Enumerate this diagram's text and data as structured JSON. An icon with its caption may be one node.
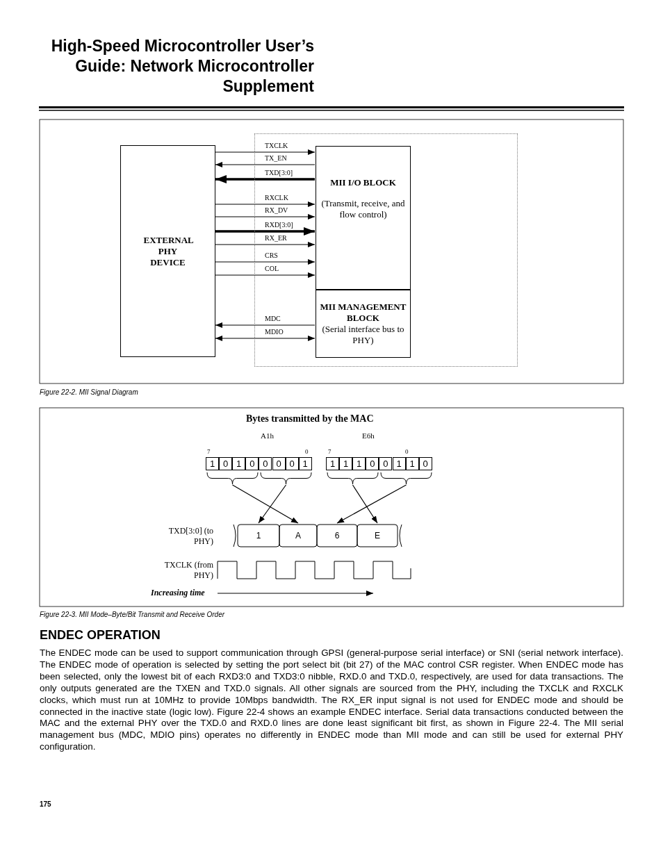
{
  "diagram": {
    "title": "High-Speed Microcontroller User’s Guide: Network Microcontroller Supplement",
    "nodes": [
      {
        "text": [
          "EXTERNAL PHY DEVICE"
        ]
      },
      {
        "text": [],
        "shape": "box"
      },
      {
        "text": [
          "MII I/O BLOCK",
          "(Transmit, receive, and flow control)"
        ],
        "in": 1
      },
      {
        "text": [
          "MII MANAGEMENT BLOCK",
          "(Serial interface bus to PHY)"
        ],
        "in": 1
      },
      {
        "text": [],
        "shape": "brace"
      },
      {
        "text": [],
        "shape": "brace"
      },
      {
        "text": [],
        "shape": "brace"
      },
      {
        "text": [],
        "shape": "brace"
      },
      {
        "text": [
          "1"
        ]
      },
      {
        "text": [
          "A"
        ]
      },
      {
        "text": [
          "6"
        ]
      },
      {
        "text": [
          "E"
        ]
      }
    ],
    "edges": [
      {
        "from": 0,
        "to": 2,
        "arrow": "to",
        "label": "TXCLK"
      },
      {
        "from": 2,
        "to": 0,
        "arrow": "to",
        "label": "TX_EN"
      },
      {
        "from": 2,
        "to": 0,
        "arrow": "to",
        "label": "TXD[3:0]",
        "style": "thick"
      },
      {
        "from": 0,
        "to": 2,
        "arrow": "to",
        "label": "RXCLK"
      },
      {
        "from": 0,
        "to": 2,
        "arrow": "to",
        "label": "RX_DV"
      },
      {
        "from": 0,
        "to": 2,
        "arrow": "to",
        "label": "RXD[3:0]",
        "style": "thick"
      },
      {
        "from": 0,
        "to": 2,
        "arrow": "to",
        "label": "RX_ER"
      },
      {
        "from": 0,
        "to": 2,
        "arrow": "to",
        "label": "CRS"
      },
      {
        "from": 0,
        "to": 2,
        "arrow": "to",
        "label": "COL"
      },
      {
        "from": 3,
        "to": 0,
        "arrow": "to",
        "label": "MDC"
      },
      {
        "from": 0,
        "to": 3,
        "arrow": "both",
        "label": "MDIO"
      },
      {
        "from": 4,
        "to": 9,
        "arrow": "to"
      },
      {
        "from": 5,
        "to": 8,
        "arrow": "to"
      },
      {
        "from": 6,
        "to": 11,
        "arrow": "to"
      },
      {
        "from": 7,
        "to": 10,
        "arrow": "to"
      }
    ],
    "labels": [
      "Figure 22-2. MII Signal Diagram",
      "Bytes transmitted by the MAC",
      "A1h",
      "E6h",
      "7",
      "0",
      "7",
      "0",
      "1",
      "0",
      "1",
      "0",
      "0",
      "0",
      "0",
      "1",
      "1",
      "1",
      "1",
      "0",
      "0",
      "1",
      "1",
      "0",
      "TXD[3:0] (to PHY)",
      "TXCLK (from PHY)",
      "Increasing time",
      "Figure 22-3. MII Mode–Byte/Bit Transmit and Receive Order",
      "ENDEC OPERATION",
      "The ENDEC mode can be used to support communication through GPSI (general-purpose serial interface) or SNI (serial network interface). The ENDEC mode of operation is selected by setting the port select bit (bit 27) of the MAC control CSR register. When ENDEC mode has been selected, only the lowest bit of each RXD3:0 and TXD3:0 nibble, RXD.0 and TXD.0, respectively, are used for data transactions. The only outputs generated are the TXEN and TXD.0 signals. All other signals are sourced from the PHY, including the TXCLK and RXCLK clocks, which must run at 10MHz to provide 10Mbps bandwidth. The RX_ER input signal is not used for ENDEC mode and should be connected in the inactive state (logic low). Figure 22-4 shows an example ENDEC interface. Serial data transactions conducted between the MAC and the external PHY over the TXD.0 and RXD.0 lines are done least significant bit first, as shown in Figure 22-4. The MII serial management bus (MDC, MDIO pins) operates no differently in ENDEC mode than MII mode and can still be used for external PHY configuration.",
      "175"
    ]
  }
}
